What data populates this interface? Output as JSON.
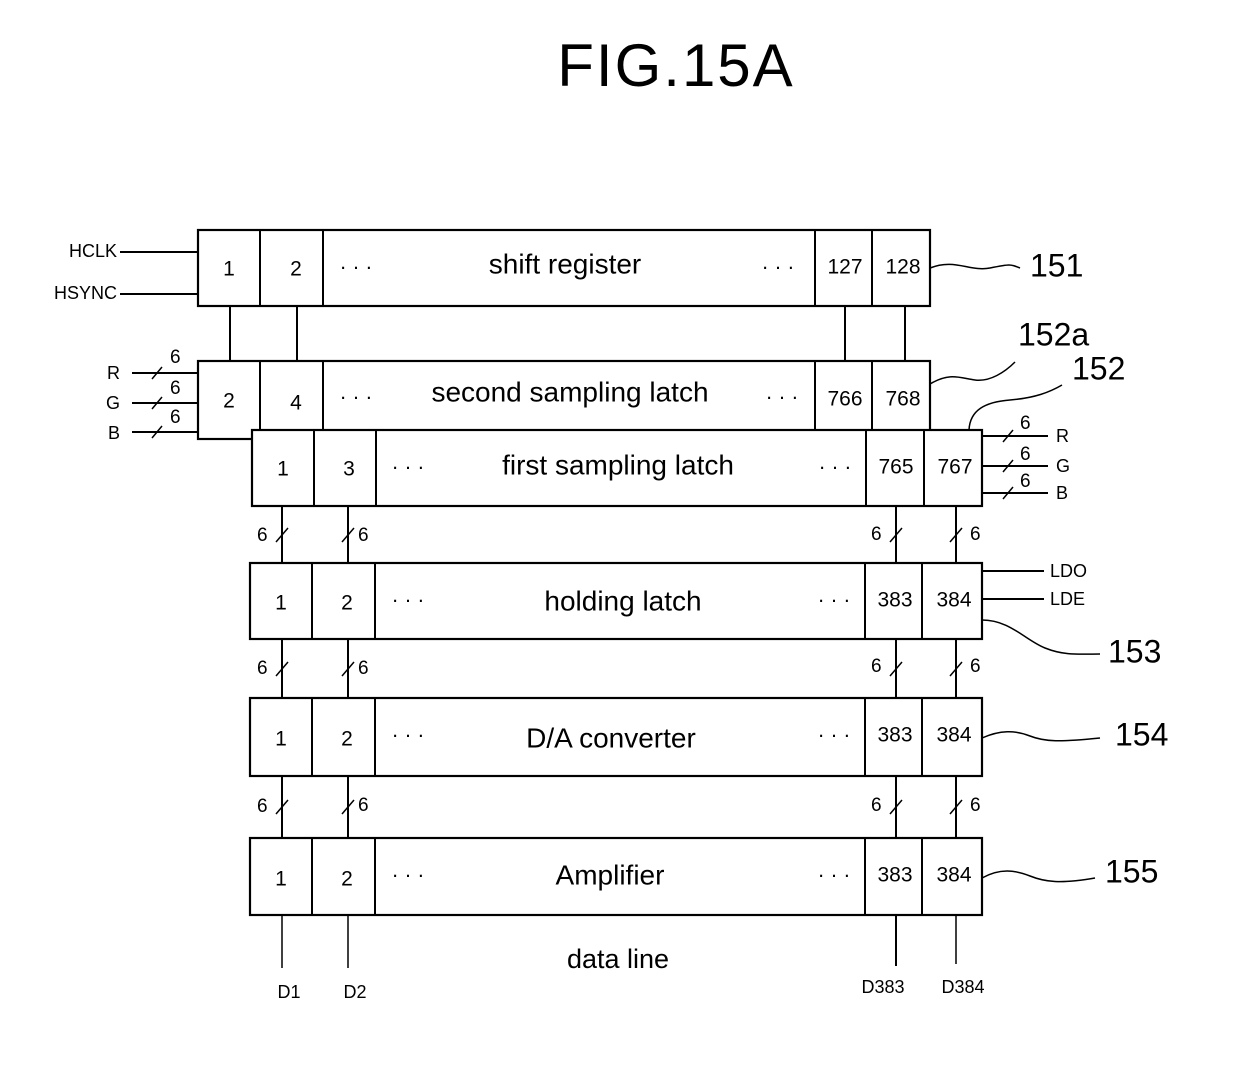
{
  "figure": {
    "title": "FIG.15A",
    "ellipsis": "· · ·",
    "blocks": [
      {
        "id": "151",
        "name": "shift-register",
        "label": "shift register",
        "ref": "151",
        "cells_left": [
          "1",
          "2"
        ],
        "cells_right": [
          "127",
          "128"
        ]
      },
      {
        "id": "152a",
        "name": "second-sampling-latch",
        "label": "second sampling latch",
        "ref": "152a",
        "cells_left": [
          "2",
          "4"
        ],
        "cells_right": [
          "766",
          "768"
        ]
      },
      {
        "id": "152",
        "name": "first-sampling-latch",
        "label": "first sampling latch",
        "ref": "152",
        "cells_left": [
          "1",
          "3"
        ],
        "cells_right": [
          "765",
          "767"
        ]
      },
      {
        "id": "153",
        "name": "holding-latch",
        "label": "holding latch",
        "ref": "153",
        "cells_left": [
          "1",
          "2"
        ],
        "cells_right": [
          "383",
          "384"
        ]
      },
      {
        "id": "154",
        "name": "da-converter",
        "label": "D/A converter",
        "ref": "154",
        "cells_left": [
          "1",
          "2"
        ],
        "cells_right": [
          "383",
          "384"
        ]
      },
      {
        "id": "155",
        "name": "amplifier",
        "label": "Amplifier",
        "ref": "155",
        "cells_left": [
          "1",
          "2"
        ],
        "cells_right": [
          "383",
          "384"
        ]
      }
    ],
    "inputs_left_shift": [
      "HCLK",
      "HSYNC"
    ],
    "inputs_left_rgb": [
      "R",
      "G",
      "B"
    ],
    "inputs_right_rgb": [
      "R",
      "G",
      "B"
    ],
    "bus_width": "6",
    "load_signals": [
      "LDO",
      "LDE"
    ],
    "data_line_label": "data line",
    "data_outputs": [
      "D1",
      "D2",
      "D383",
      "D384"
    ]
  }
}
